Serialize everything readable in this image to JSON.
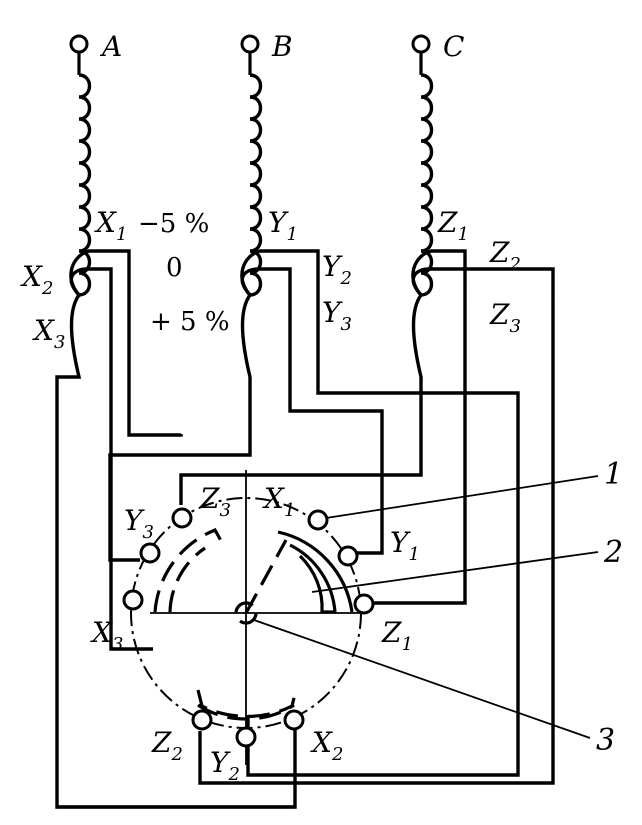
{
  "phases": [
    {
      "letter": "A"
    },
    {
      "letter": "B"
    },
    {
      "letter": "C"
    }
  ],
  "taps": {
    "x1": {
      "main": "X",
      "sub": "1"
    },
    "x2": {
      "main": "X",
      "sub": "2"
    },
    "x3": {
      "main": "X",
      "sub": "3"
    },
    "y1": {
      "main": "Y",
      "sub": "1"
    },
    "y2": {
      "main": "Y",
      "sub": "2"
    },
    "y3": {
      "main": "Y",
      "sub": "3"
    },
    "z1": {
      "main": "Z",
      "sub": "1"
    },
    "z2": {
      "main": "Z",
      "sub": "2"
    },
    "z3": {
      "main": "Z",
      "sub": "3"
    }
  },
  "percent_labels": {
    "minus": "−5 %",
    "zero": "0",
    "plus": "+ 5 %"
  },
  "callouts": [
    "1",
    "2",
    "3"
  ]
}
